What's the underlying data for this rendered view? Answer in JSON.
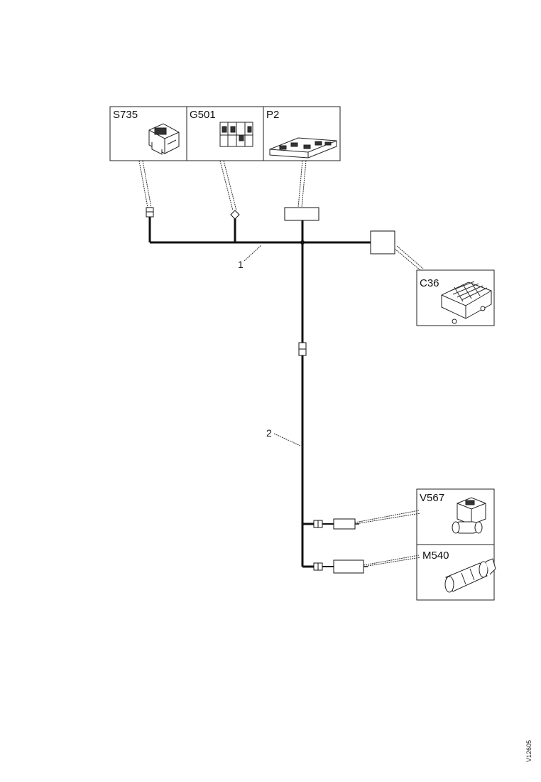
{
  "components": {
    "s735": {
      "code": "S735",
      "icon": "switch-icon"
    },
    "g501": {
      "code": "G501",
      "icon": "sensor-icon"
    },
    "p2": {
      "code": "P2",
      "icon": "circuit-board-icon"
    },
    "c36": {
      "code": "C36",
      "icon": "control-unit-icon"
    },
    "v567": {
      "code": "V567",
      "icon": "solenoid-valve-icon"
    },
    "m540": {
      "code": "M540",
      "icon": "motor-icon"
    }
  },
  "harness": {
    "callout_1": "1",
    "callout_2": "2"
  },
  "figure_id": "V12605"
}
